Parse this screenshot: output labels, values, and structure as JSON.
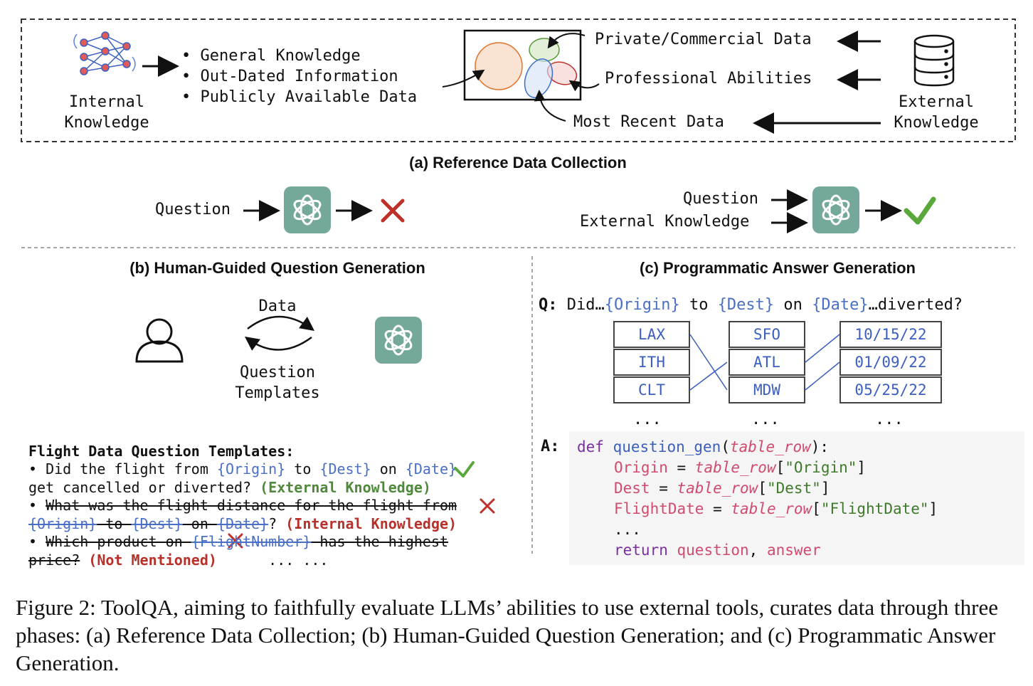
{
  "section_a": {
    "internal_knowledge": "Internal Knowledge",
    "internal_bullets": [
      "General Knowledge",
      "Out-Dated Information",
      "Publicly Available Data"
    ],
    "private_data": "Private/Commercial Data",
    "professional_abilities": "Professional Abilities",
    "most_recent_data": "Most Recent Data",
    "external_knowledge": "External Knowledge",
    "title": "(a) Reference Data Collection",
    "question_left": "Question",
    "question_right": "Question",
    "external_knowledge_right": "External Knowledge"
  },
  "section_b": {
    "title": "(b) Human-Guided Question Generation",
    "data_label": "Data",
    "question_templates_label": "Question Templates",
    "templates_heading": "Flight Data Question Templates:",
    "t1_a": "• Did the flight from ",
    "t1_origin": "{Origin}",
    "t1_to": " to ",
    "t1_dest": "{Dest}",
    "t1_on": " on ",
    "t1_date": "{Date}",
    "t1_b": "get cancelled or diverted? ",
    "t1_tag": "(External Knowledge)",
    "t2_bullet": "• ",
    "t2_a": "What was the flight distance for the flight from",
    "t2_origin": "{Origin}",
    "t2_to": " to ",
    "t2_dest": "{Dest}",
    "t2_on": " on ",
    "t2_date": "{Date}",
    "t2_q": "?",
    "t2_tag": " (Internal Knowledge)",
    "t3_bullet": "• ",
    "t3_a": "Which product on ",
    "t3_fn": "{FlightNumber}",
    "t3_b": " has the highest",
    "t3_c": "price?",
    "t3_tag": " (Not Mentioned)",
    "ellipsis": "... ..."
  },
  "section_c": {
    "title": "(c) Programmatic Answer Generation",
    "q_label": "Q:",
    "q_did": " Did…",
    "q_origin": "{Origin}",
    "q_to": " to ",
    "q_dest": "{Dest}",
    "q_on": " on ",
    "q_date": "{Date}",
    "q_end": "…diverted?",
    "col_origin": [
      "LAX",
      "ITH",
      "CLT"
    ],
    "col_dest": [
      "SFO",
      "ATL",
      "MDW"
    ],
    "col_date": [
      "10/15/22",
      "01/09/22",
      "05/25/22"
    ],
    "col_ellipsis": "...",
    "a_label": "A:",
    "code": {
      "def": "def",
      "fn": "question_gen",
      "param": "table_row",
      "origin_var": "Origin",
      "origin_key": "\"Origin\"",
      "dest_var": "Dest",
      "dest_key": "\"Dest\"",
      "fd_var": "FlightDate",
      "fd_key": "\"FlightDate\"",
      "dots": "...",
      "ret": "return",
      "ret_q": "question",
      "ret_a": "answer"
    }
  },
  "caption": "Figure 2: ToolQA, aiming to faithfully evaluate LLMs’ abilities to use external tools, curates data through three phases: (a) Reference Data Collection; (b) Human-Guided Question Generation; and (c) Programmatic Answer Generation."
}
